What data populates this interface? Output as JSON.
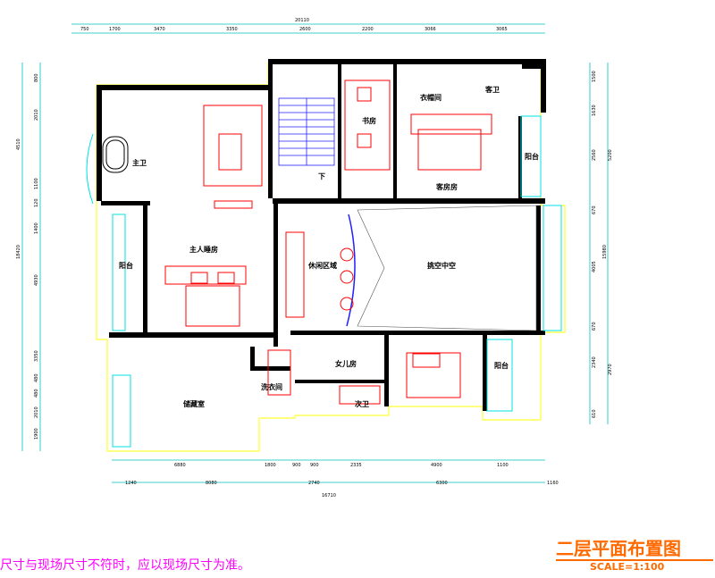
{
  "title": "二层平面布置图",
  "scale": "SCALE=1:100",
  "note": "尺寸与现场尺寸不符时，应以现场尺寸为准。",
  "colors": {
    "wall": "#000000",
    "dim": "#00c0c0",
    "door": "#ff0000",
    "furniture": "#ff0000",
    "outline": "#ffff00",
    "glass": "#00ffff",
    "accent": "#ff6a00",
    "note": "#ff00ff"
  },
  "rooms": {
    "master_bath": "主卫",
    "master_bed": "主人睡房",
    "balcony_w": "阳台",
    "study": "书房",
    "cloak": "衣帽间",
    "guest_bed": "客房房",
    "balcony_ne": "阳台",
    "leisure": "休闲区域",
    "atrium": "挑空中空",
    "daughter": "女儿房",
    "balcony_se": "阳台",
    "storage": "储藏室",
    "wash": "洗衣间",
    "bath_s": "次卫",
    "bath_n": "客卫",
    "stair_down": "下"
  },
  "dims": {
    "top_total": "20110",
    "top": [
      "750",
      "1700",
      "3470",
      "3350",
      "2600",
      "2200",
      "3066",
      "3065"
    ],
    "bottom1": [
      "6880",
      "1800",
      "900",
      "900",
      "2335",
      "4900",
      "1100"
    ],
    "bottom2": [
      "1240",
      "8080",
      "2740",
      "6300",
      "1160"
    ],
    "bottom_total": "16710",
    "left": [
      "800",
      "2010",
      "4510",
      "1100",
      "120",
      "1400",
      "4930",
      "3350",
      "480",
      "480",
      "2010",
      "1900"
    ],
    "left_total": "18420",
    "right": [
      "1500",
      "1630",
      "2560",
      "5200",
      "670",
      "4005",
      "670",
      "2340",
      "2970",
      "610"
    ],
    "right_total": "15980"
  }
}
